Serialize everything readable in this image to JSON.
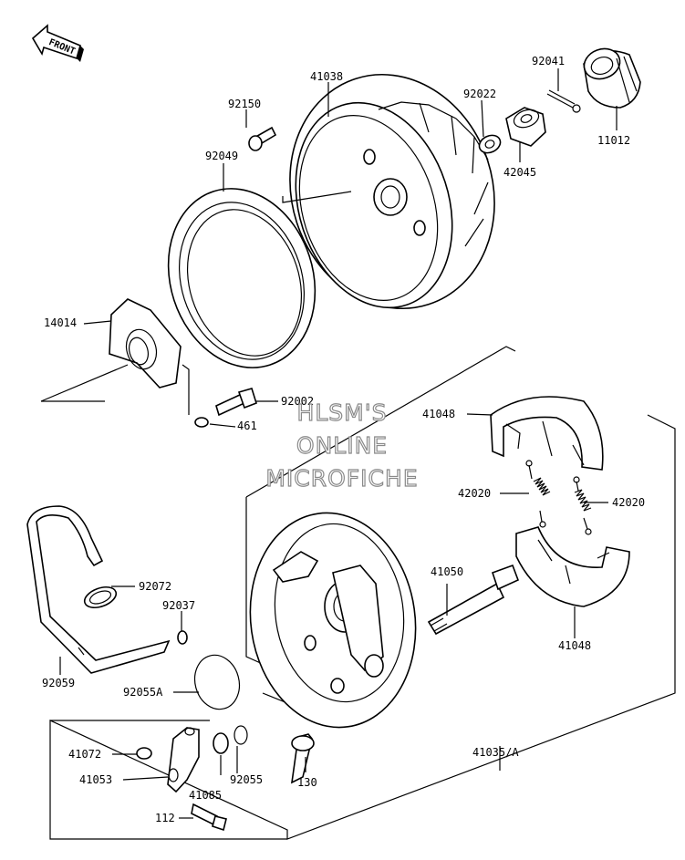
{
  "front_arrow": {
    "label": "FRONT"
  },
  "watermark": {
    "line1": "HLSM'S",
    "line2": "ONLINE",
    "line3": "MICROFICHE"
  },
  "parts": {
    "p92041": "92041",
    "p11012": "11012",
    "p41038": "41038",
    "p92022": "92022",
    "p42045": "42045",
    "p92150": "92150",
    "p92049": "92049",
    "p14014": "14014",
    "p92002": "92002",
    "p461": "461",
    "p41048a": "41048",
    "p42020a": "42020",
    "p42020b": "42020",
    "p92072": "92072",
    "p92037": "92037",
    "p41050": "41050",
    "p92059": "92059",
    "p92055A": "92055A",
    "p41048b": "41048",
    "p41072": "41072",
    "p41053": "41053",
    "p41085": "41085",
    "p92055": "92055",
    "p130": "130",
    "p41035A": "41035/A",
    "p112": "112"
  }
}
